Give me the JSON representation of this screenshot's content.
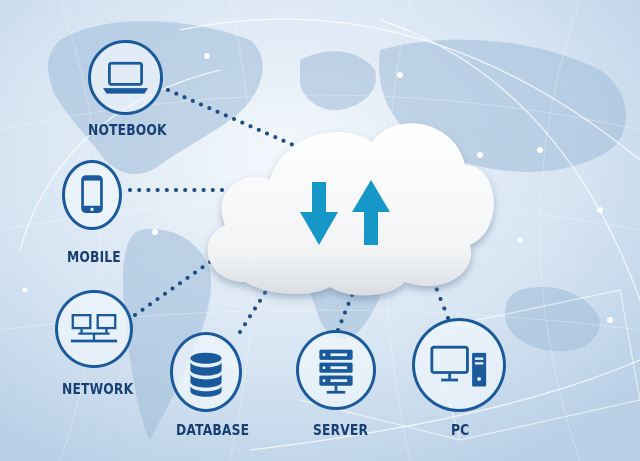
{
  "nodes": {
    "notebook": {
      "label": "NOTEBOOK",
      "icon": "laptop-icon"
    },
    "mobile": {
      "label": "MOBILE",
      "icon": "smartphone-icon"
    },
    "network": {
      "label": "NETWORK",
      "icon": "network-icon"
    },
    "database": {
      "label": "DATABASE",
      "icon": "database-icon"
    },
    "server": {
      "label": "SERVER",
      "icon": "server-icon"
    },
    "pc": {
      "label": "PC",
      "icon": "desktop-pc-icon"
    }
  },
  "cloud": {
    "icon": "upload-download-arrows-icon"
  },
  "colors": {
    "ring": "#1a5a9c",
    "label": "#173f73",
    "arrow": "#1597c7",
    "dots": "#1d4f86"
  }
}
